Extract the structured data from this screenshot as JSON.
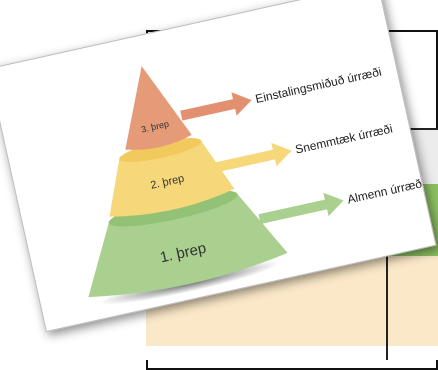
{
  "diagram": {
    "tiers": [
      {
        "label": "3. þrep",
        "action": "Einstalingsmiðuð úrræði",
        "color": "#e59a78"
      },
      {
        "label": "2. þrep",
        "action": "Snemmtæk úrræði",
        "color": "#f6d77a"
      },
      {
        "label": "1. þrep",
        "action": "Almenn úrræði",
        "color": "#a9d08e"
      }
    ]
  }
}
